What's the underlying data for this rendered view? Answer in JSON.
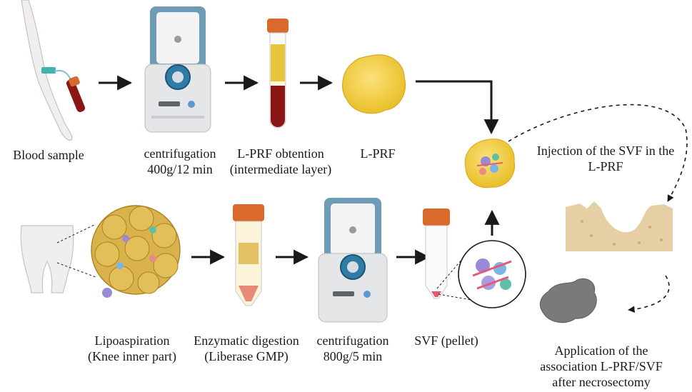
{
  "top_row": {
    "blood_sample": "Blood sample",
    "centrifugation_1": [
      "centrifugation",
      "400g/12 min"
    ],
    "lprf_obtention": [
      "L-PRF obtention",
      "(intermediate layer)"
    ],
    "lprf": "L-PRF"
  },
  "right": {
    "injection": [
      "Injection of the SVF in the",
      "L-PRF"
    ],
    "application": [
      "Application of the",
      "association L-PRF/SVF",
      "after necrosectomy"
    ]
  },
  "bottom_row": {
    "lipoaspiration": [
      "Lipoaspiration",
      "(Knee inner part)"
    ],
    "enzymatic": [
      "Enzymatic digestion",
      "(Liberase GMP)"
    ],
    "centrifugation_2": [
      "centrifugation",
      "800g/5 min"
    ],
    "svf": "SVF (pellet)"
  },
  "colors": {
    "arrow": "#1a1a1a",
    "cap_orange": "#d9692c",
    "centrifuge_lid": "#6e9bb5",
    "centrifuge_body": "#e4e6e8",
    "blood": "#8b1616",
    "plasma": "#e8c43a",
    "fat": "#d9b24c",
    "lprf_yellow": "#f2cf4a",
    "bone": "#e6cfa5",
    "necrotic": "#7a7a7a"
  }
}
